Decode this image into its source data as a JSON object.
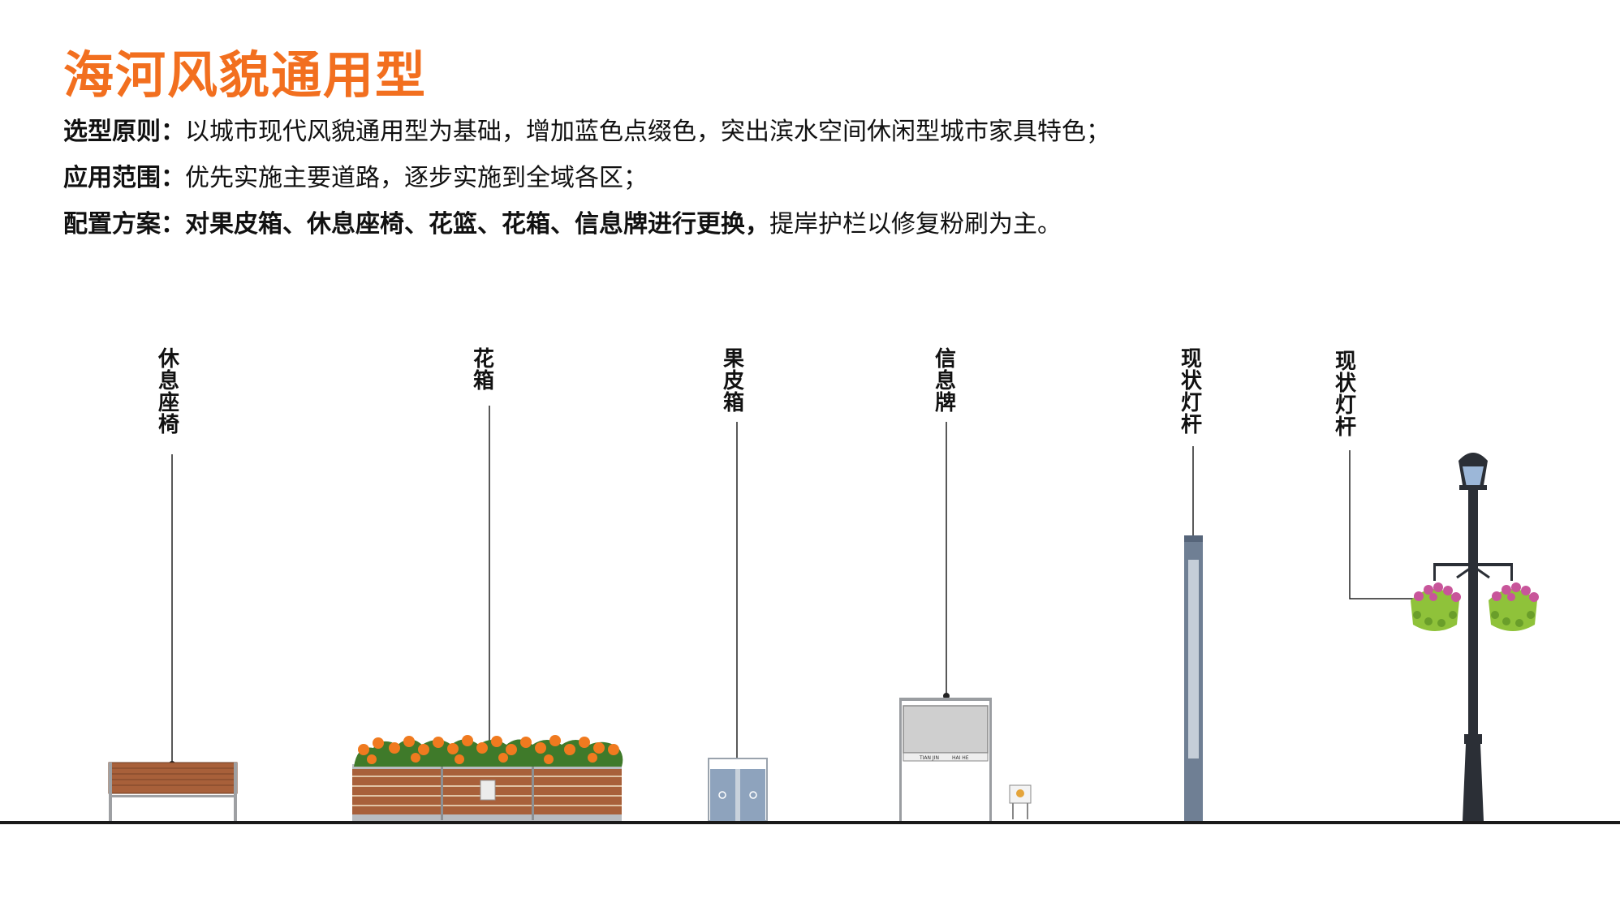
{
  "title": "海河风貌通用型",
  "principle": {
    "label": "选型原则：",
    "text": "以城市现代风貌通用型为基础，增加蓝色点缀色，突出滨水空间休闲型城市家具特色；"
  },
  "scope": {
    "label": "应用范围：",
    "text": "优先实施主要道路，逐步实施到全域各区；"
  },
  "config": {
    "label": "配置方案：",
    "bold_text": "对果皮箱、休息座椅、花篮、花箱、信息牌进行更换，",
    "text": "提岸护栏以修复粉刷为主。"
  },
  "labels": {
    "bench": "休息座椅",
    "planter": "花箱",
    "bin": "果皮箱",
    "sign": "信息牌",
    "pole1": "现状灯杆",
    "pole2": "现状灯杆"
  },
  "sign_text": {
    "left": "TIAN JIN",
    "right": "HAI HE"
  },
  "colors": {
    "title": "#f26f1f",
    "wood": "#a8603a",
    "bin": "#8ea3bd",
    "pole": "#6f7f94",
    "lamp": "#2b2f36",
    "flower_orange": "#f07a1f",
    "flower_pink": "#c8559a",
    "foliage": "#8fc23a"
  }
}
